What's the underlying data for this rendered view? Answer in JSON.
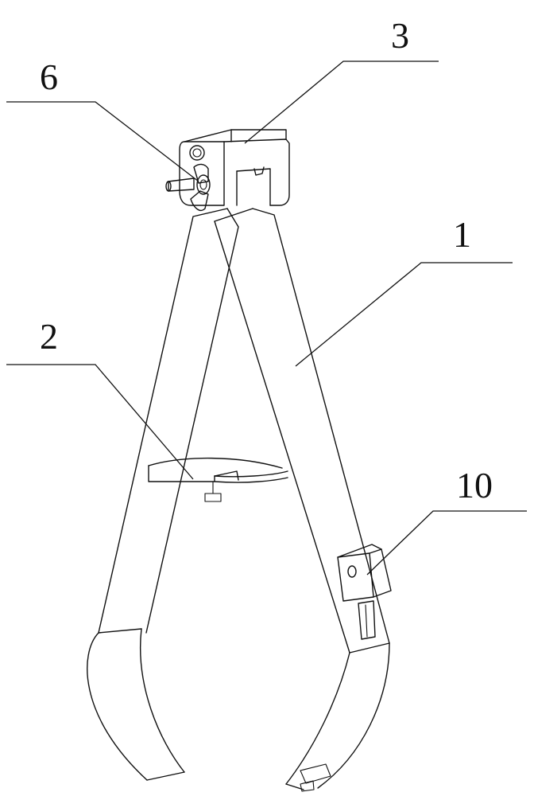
{
  "labels": {
    "part_1": "1",
    "part_2": "2",
    "part_3": "3",
    "part_6": "6",
    "part_10": "10"
  },
  "colors": {
    "line": "#111111",
    "background": "#ffffff"
  }
}
